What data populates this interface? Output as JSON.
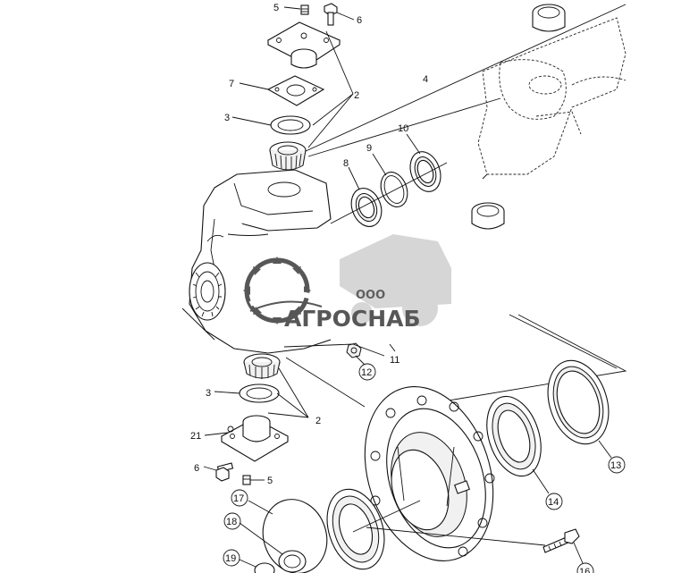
{
  "diagram": {
    "callouts": [
      {
        "id": "c5a",
        "label": "5"
      },
      {
        "id": "c6a",
        "label": "6"
      },
      {
        "id": "c7",
        "label": "7"
      },
      {
        "id": "c2a",
        "label": "2"
      },
      {
        "id": "c3a",
        "label": "3"
      },
      {
        "id": "c4",
        "label": "4"
      },
      {
        "id": "c10",
        "label": "10"
      },
      {
        "id": "c9",
        "label": "9"
      },
      {
        "id": "c8",
        "label": "8"
      },
      {
        "id": "c11",
        "label": "11"
      },
      {
        "id": "c12",
        "label": "12"
      },
      {
        "id": "c3b",
        "label": "3"
      },
      {
        "id": "c2b",
        "label": "2"
      },
      {
        "id": "c21",
        "label": "21"
      },
      {
        "id": "c6b",
        "label": "6"
      },
      {
        "id": "c5b",
        "label": "5"
      },
      {
        "id": "c13",
        "label": "13"
      },
      {
        "id": "c14",
        "label": "14"
      },
      {
        "id": "c17",
        "label": "17"
      },
      {
        "id": "c18",
        "label": "18"
      },
      {
        "id": "c19",
        "label": "19"
      },
      {
        "id": "c16",
        "label": "16"
      }
    ]
  },
  "watermark": {
    "prefix": "ООО",
    "brand": "АГРОСНАБ"
  },
  "colors": {
    "line": "#111111",
    "watermark": "#3a3a3a",
    "background": "#ffffff"
  }
}
